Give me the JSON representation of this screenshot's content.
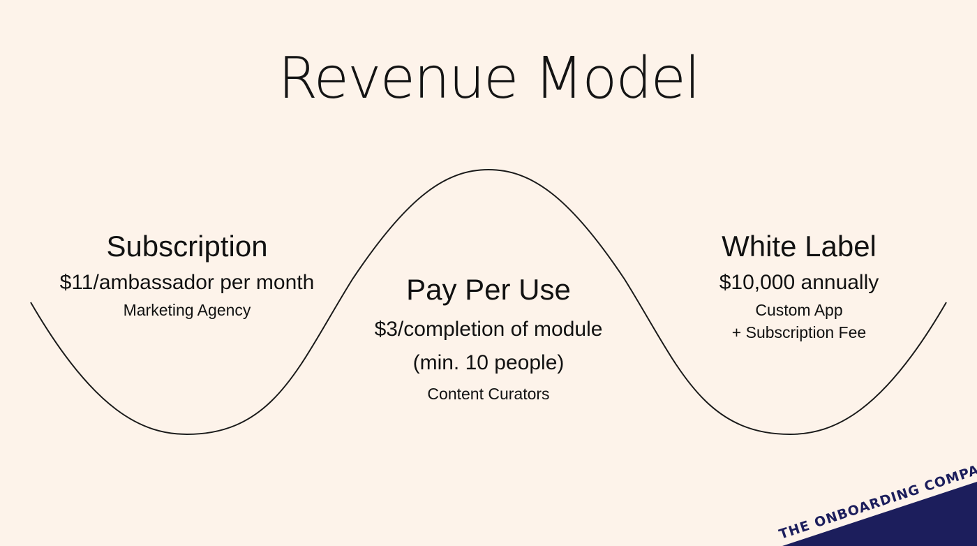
{
  "title": "Revenue Model",
  "tiers": [
    {
      "heading": "Subscription",
      "price": "$11/ambassador per month",
      "notes": [
        "Marketing Agency"
      ]
    },
    {
      "heading": "Pay Per Use",
      "price": [
        "$3/completion of module",
        "(min. 10 people)"
      ],
      "notes": [
        "Content Curators"
      ]
    },
    {
      "heading": "White Label",
      "price": "$10,000 annually",
      "notes": [
        "Custom App",
        "+ Subscription Fee"
      ]
    }
  ],
  "logo": {
    "text": "THE ONBOARDING COMPANY",
    "color": "#1c1e5c"
  },
  "colors": {
    "background": "#fdf3ea",
    "text": "#111111",
    "curve": "#1a1a1a"
  }
}
